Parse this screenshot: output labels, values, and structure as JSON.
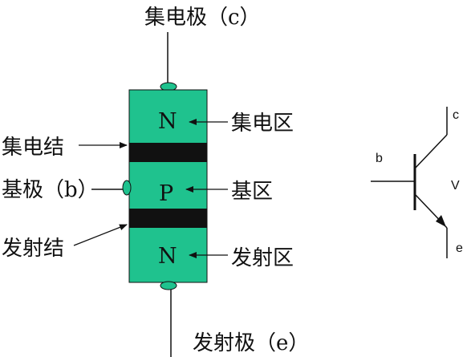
{
  "colors": {
    "body": "#1fc28e",
    "junction": "#111111",
    "lead": "#111111",
    "background": "#ffffff"
  },
  "labels": {
    "collector": "集电极（c）",
    "emitter": "发射极（e）",
    "base": "基极（b）",
    "collector_junction": "集电结",
    "emitter_junction": "发射结",
    "collector_region": "集电区",
    "base_region": "基区",
    "emitter_region": "发射区"
  },
  "regions": {
    "top": "N",
    "middle": "P",
    "bottom": "N"
  },
  "symbol": {
    "base": "b",
    "collector": "c",
    "emitter": "e",
    "type": "V"
  }
}
